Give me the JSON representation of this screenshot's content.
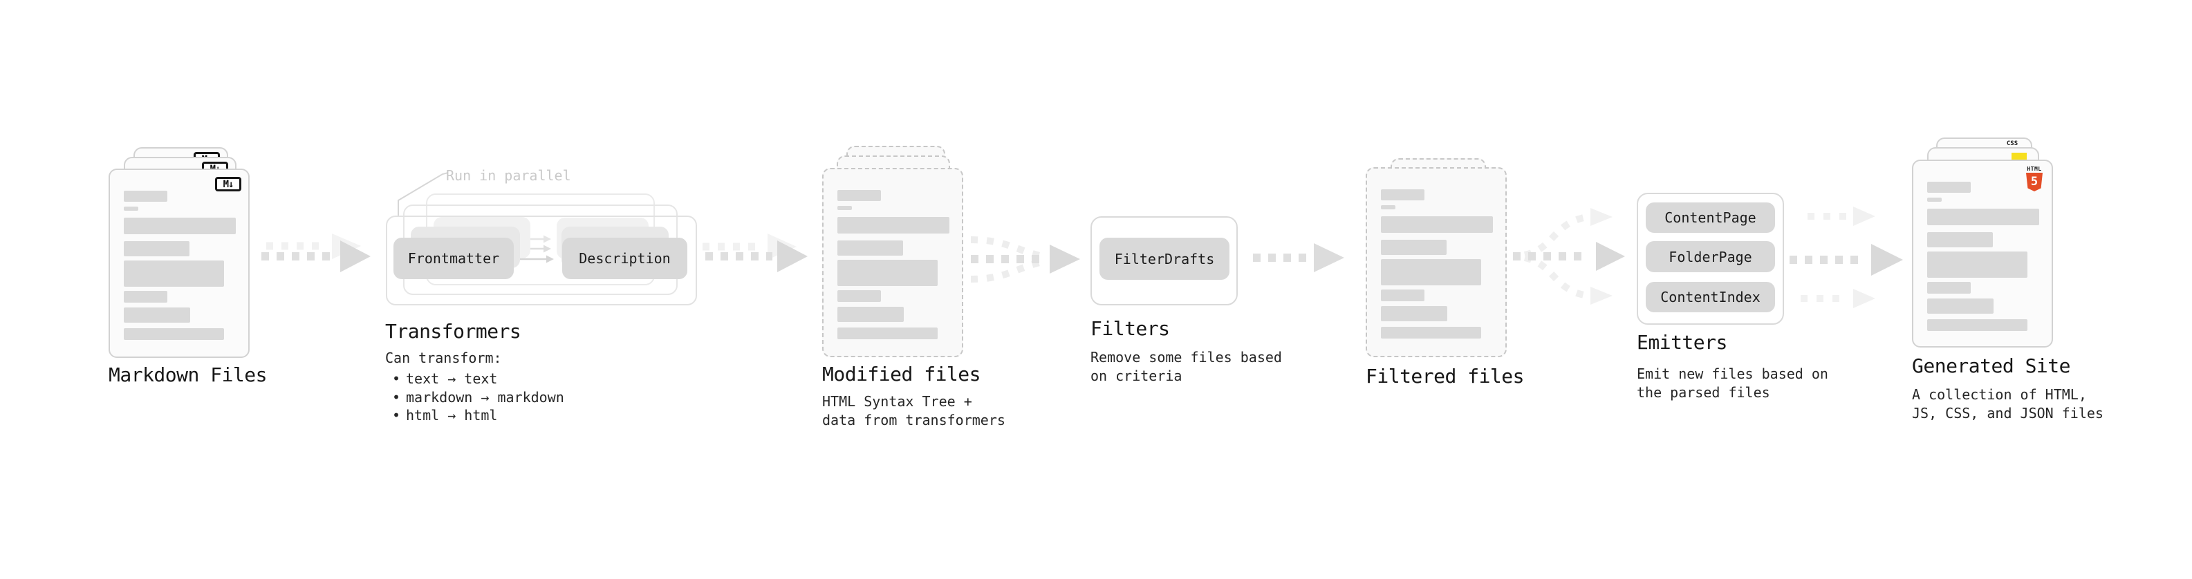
{
  "nodes": {
    "markdown": {
      "label": "Markdown Files",
      "badge": "M↓"
    },
    "transformers": {
      "label": "Transformers",
      "annotation": "Run in parallel",
      "frontmatter": "Frontmatter",
      "description": "Description",
      "caption_title": "Can transform:",
      "bullets": [
        "text → text",
        "markdown → markdown",
        "html → html"
      ]
    },
    "modified": {
      "label": "Modified files",
      "caption1": "HTML Syntax Tree +",
      "caption2": "data from transformers"
    },
    "filters": {
      "label": "Filters",
      "box": "FilterDrafts",
      "caption1": "Remove some files based",
      "caption2": "on criteria"
    },
    "filtered": {
      "label": "Filtered files"
    },
    "emitters": {
      "label": "Emitters",
      "box1": "ContentPage",
      "box2": "FolderPage",
      "box3": "ContentIndex",
      "caption1": "Emit new files based on",
      "caption2": "the parsed files"
    },
    "generated": {
      "label": "Generated Site",
      "caption1": "A collection of HTML,",
      "caption2": "JS, CSS, and JSON files",
      "badge_css": "CSS",
      "badge_html_label": "HTML",
      "badge_html_number": "5"
    }
  },
  "colors": {
    "html5_orange": "#e44d26",
    "js_yellow": "#f7df1e",
    "css_blue": "#2563eb"
  }
}
